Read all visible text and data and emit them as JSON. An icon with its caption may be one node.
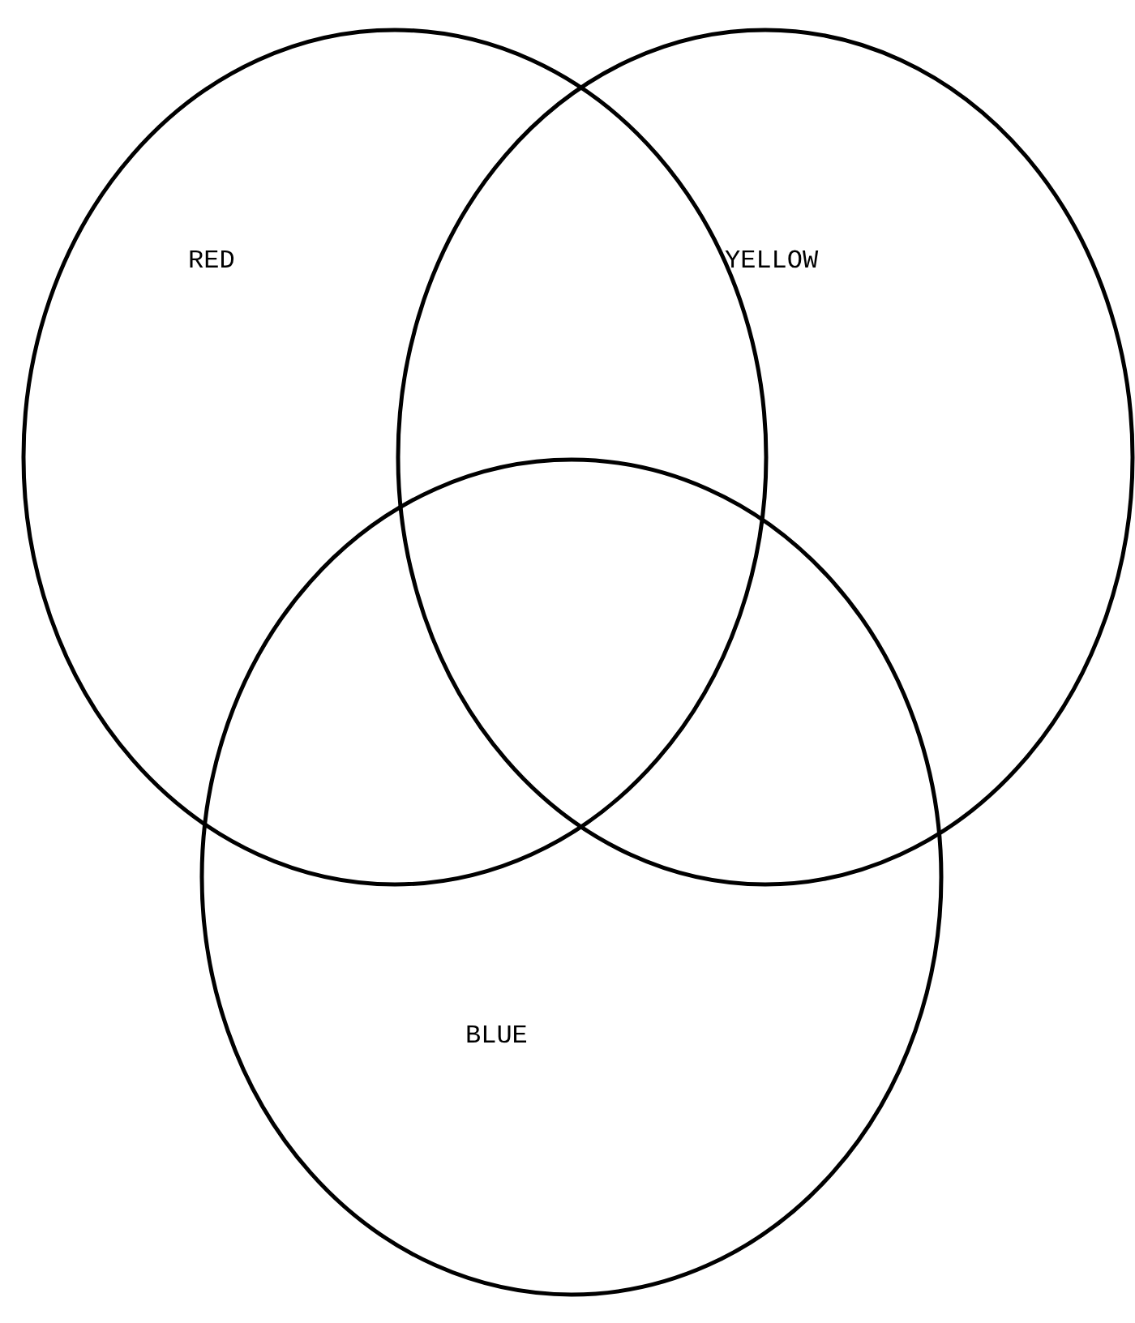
{
  "diagram": {
    "nodes": [
      {
        "text": [
          "RED"
        ]
      },
      {
        "text": [
          "YELLOW"
        ]
      },
      {
        "text": [
          "BLUE"
        ]
      }
    ]
  }
}
